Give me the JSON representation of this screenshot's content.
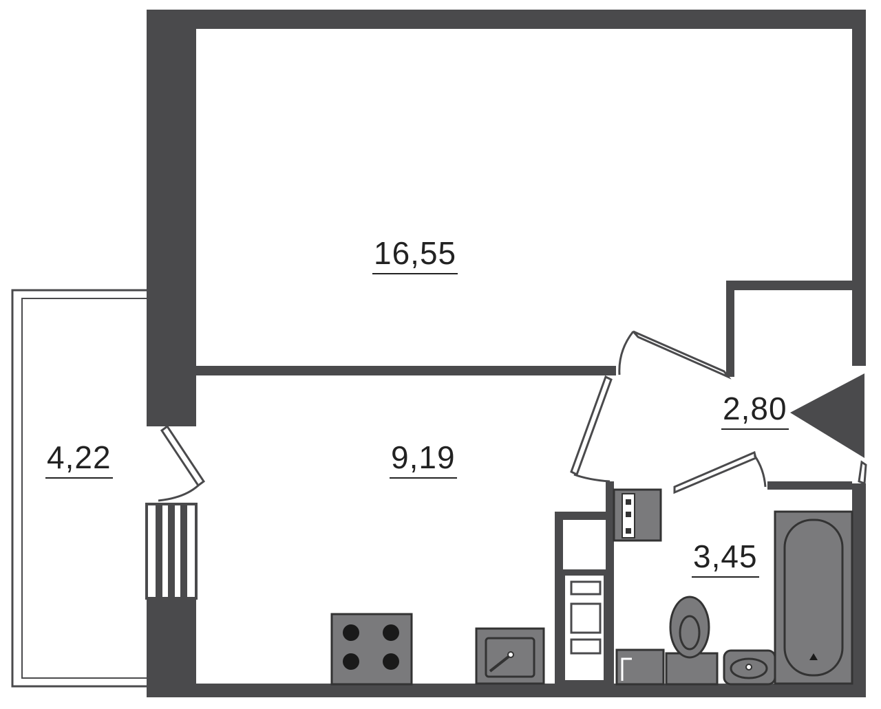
{
  "rooms": {
    "living_room_area": "16,55",
    "kitchen_area": "9,19",
    "hall_area": "2,80",
    "bathroom_area": "3,45",
    "balcony_area": "4,22"
  },
  "colors": {
    "wall": "#4a4a4c",
    "fixture": "#7a7a7c",
    "line": "#333333",
    "background": "#ffffff"
  }
}
